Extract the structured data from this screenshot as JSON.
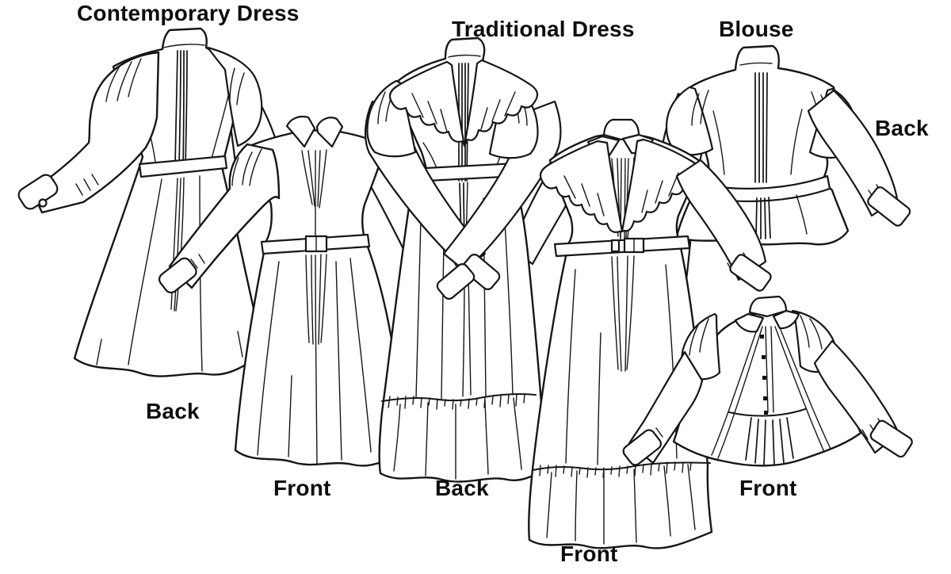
{
  "artwork": {
    "kind": "sewing-pattern line-art illustration",
    "background_color": "#ffffff",
    "ink_color": "#161616",
    "label_color": "#0e0e0e"
  },
  "titles": [
    {
      "text": "Contemporary Dress"
    },
    {
      "text": "Traditional Dress"
    },
    {
      "text": "Blouse"
    }
  ],
  "view_labels": [
    {
      "garment": "Blouse",
      "text": "Back"
    },
    {
      "garment": "Contemporary Dress",
      "text": "Back"
    },
    {
      "garment": "Contemporary Dress",
      "text": "Front"
    },
    {
      "garment": "Traditional Dress",
      "text": "Back"
    },
    {
      "garment": "Blouse",
      "text": "Front"
    },
    {
      "garment": "Traditional Dress",
      "text": "Front"
    }
  ],
  "drawings": [
    {
      "name": "contemporary-dress-back",
      "features": "stand collar, puff sleeves, buttoned cuff, waist belt, flared knee-length skirt, center-back gathers"
    },
    {
      "name": "contemporary-dress-front",
      "features": "pointed collar, gathers, belt with buckle, flared skirt"
    },
    {
      "name": "traditional-dress-back",
      "features": "stand collar, ruffled bertha collar, crossed sleeves, belt, gathered flounce hem"
    },
    {
      "name": "traditional-dress-front",
      "features": "pointed collar, ruffled bertha collar, belt with buckle, gathered flounce hem"
    },
    {
      "name": "blouse-back",
      "features": "stand collar, puff sleeves, center-back pleat, waistband, peplum"
    },
    {
      "name": "blouse-front",
      "features": "stand collar, button placket, puff sleeves, swing peplum with pleated panel"
    }
  ]
}
